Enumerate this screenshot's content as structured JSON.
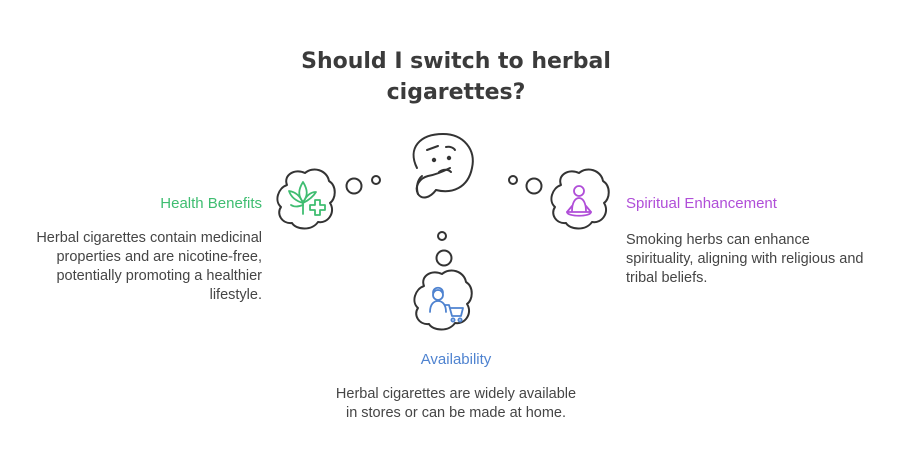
{
  "title": {
    "line1": "Should I switch to herbal",
    "line2": "cigarettes?"
  },
  "options": [
    {
      "heading": "Health Benefits",
      "description_lines": [
        "Herbal cigarettes contain medicinal",
        "properties and are nicotine-free,",
        "potentially promoting a healthier",
        "lifestyle."
      ],
      "color": "#3fbd71",
      "icon": "cannabis-leaf-medical-cross-icon"
    },
    {
      "heading": "Spiritual Enhancement",
      "description_lines": [
        "Smoking herbs can enhance",
        "spirituality, aligning with religious and",
        "tribal beliefs."
      ],
      "color": "#b04ed8",
      "icon": "meditating-person-icon"
    },
    {
      "heading": "Availability",
      "description_lines": [
        "Herbal cigarettes are widely available",
        "in stores or can be made at home."
      ],
      "color": "#4f83d0",
      "icon": "shopper-with-cart-icon"
    }
  ],
  "center_icon": "thinking-face-icon"
}
